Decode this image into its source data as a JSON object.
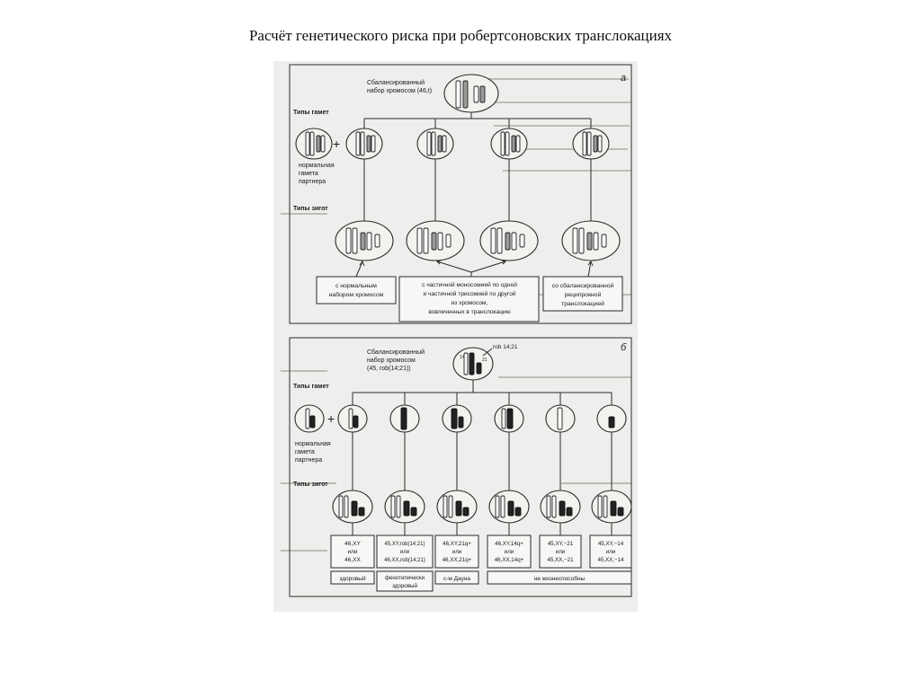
{
  "slide": {
    "title": "Расчёт генетического риска при робертсоновских транслокациях"
  },
  "panel_a": {
    "letter": "а",
    "balanced_label_1": "Сбалансированный",
    "balanced_label_2": "набор хромосом (46,t)",
    "gamete_types": "Типы гамет",
    "plus": "+",
    "partner_1": "нормальная",
    "partner_2": "гамета",
    "partner_3": "партнера",
    "zygote_types": "Типы зигот",
    "box1_1": "с нормальным",
    "box1_2": "набором хромосом",
    "box2_1": "с частичной моносомией по одной",
    "box2_2": "и частичной трисомией по другой",
    "box2_3": "из хромосом,",
    "box2_4": "вовлеченных в транслокацию",
    "box3_1": "со сбалансированной",
    "box3_2": "реципрокной",
    "box3_3": "транслокацией"
  },
  "panel_b": {
    "letter": "б",
    "rob_label": "rob 14;21",
    "chr14": "14",
    "chr21": "21",
    "balanced_label_1": "Сбалансированный",
    "balanced_label_2": "набор хромосом",
    "balanced_label_3": "(45, rob(14;21))",
    "gamete_types": "Типы гамет",
    "plus": "+",
    "partner_1": "нормальная",
    "partner_2": "гамета",
    "partner_3": "партнера",
    "zygote_types": "Типы зигот",
    "karyotypes": [
      {
        "l1": "46,XY",
        "l2": "или",
        "l3": "46,XX"
      },
      {
        "l1": "45,XY,rob(14;21)",
        "l2": "или",
        "l3": "46,XX,rob(14;21)"
      },
      {
        "l1": "46,XY,21q+",
        "l2": "или",
        "l3": "46,XX,21q+"
      },
      {
        "l1": "46,XY,14q+",
        "l2": "или",
        "l3": "46,XX,14q+"
      },
      {
        "l1": "45,XY,−21",
        "l2": "или",
        "l3": "45,XX,−21"
      },
      {
        "l1": "45,XY,−14",
        "l2": "или",
        "l3": "45,XX,−14"
      }
    ],
    "outcomes": {
      "healthy": "здоровый",
      "pheno_1": "фенотипически",
      "pheno_2": "здоровый",
      "down": "с-м Дауна",
      "nonviable": "не жизнеспособны"
    }
  }
}
